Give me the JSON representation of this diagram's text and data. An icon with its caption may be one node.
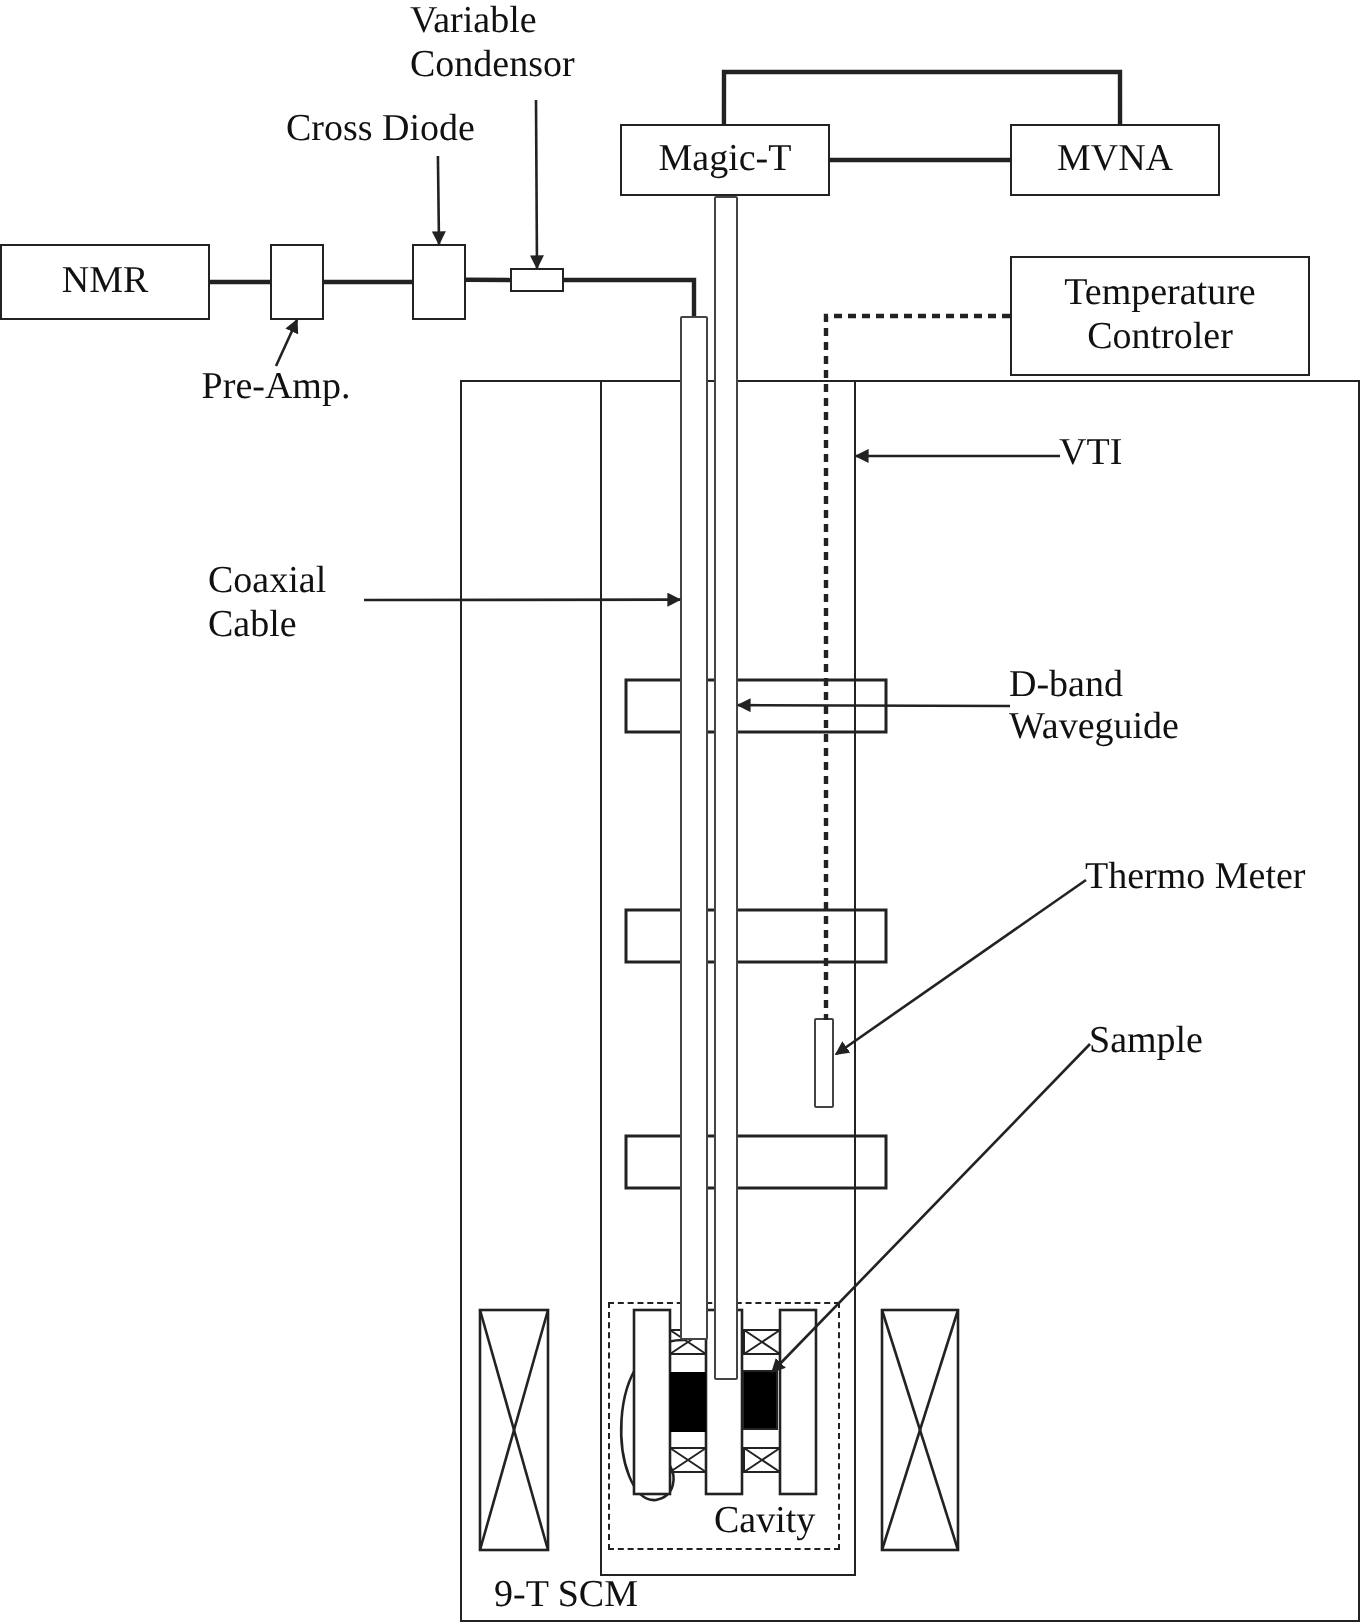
{
  "diagram": {
    "nodes": [
      {
        "text": [
          "NMR"
        ]
      },
      {
        "text": [],
        "shape": "box"
      },
      {
        "text": [],
        "shape": "box"
      },
      {
        "text": [],
        "shape": "box"
      },
      {
        "text": [
          "Magic-T"
        ]
      },
      {
        "text": [
          "MVNA"
        ]
      },
      {
        "text": [
          "Temperature Controler"
        ]
      },
      {
        "text": [
          "Variable Condensor"
        ]
      },
      {
        "text": [
          "Cross Diode"
        ]
      },
      {
        "text": [
          "Pre-Amp."
        ]
      },
      {
        "text": [
          "9-T SCM"
        ]
      },
      {
        "text": [],
        "shape": "box",
        "in": 10
      },
      {
        "text": [],
        "shape": "bar"
      },
      {
        "text": [],
        "shape": "bar"
      },
      {
        "text": [],
        "shape": "bar",
        "in": 11
      },
      {
        "text": [
          "Cavity"
        ],
        "in": 11
      },
      {
        "text": [],
        "shape": "box",
        "in": 15
      },
      {
        "text": [
          "VTI"
        ],
        "in": 10
      },
      {
        "text": [
          "Coaxial Cable"
        ]
      },
      {
        "text": [
          "D-band Waveguide"
        ],
        "in": 10
      },
      {
        "text": [
          "Thermo Meter"
        ],
        "in": 10
      },
      {
        "text": [
          "Sample"
        ],
        "in": 10
      }
    ],
    "edges": [
      {
        "from": 0,
        "to": 1,
        "arrow": "none"
      },
      {
        "from": 1,
        "to": 2,
        "arrow": "none"
      },
      {
        "from": 2,
        "to": 3,
        "arrow": "none"
      },
      {
        "from": 3,
        "to": 12,
        "arrow": "none"
      },
      {
        "from": 4,
        "to": 5,
        "arrow": "none"
      },
      {
        "from": 4,
        "to": 5,
        "arrow": "none"
      },
      {
        "from": 6,
        "to": 14,
        "arrow": "none",
        "style": "dashed"
      },
      {
        "from": 7,
        "to": 3,
        "arrow": "to"
      },
      {
        "from": 8,
        "to": 2,
        "arrow": "to"
      },
      {
        "from": 9,
        "to": 1,
        "arrow": "to"
      },
      {
        "from": 17,
        "to": 11,
        "arrow": "to"
      },
      {
        "from": 18,
        "to": 12,
        "arrow": "to"
      },
      {
        "from": 19,
        "to": 13,
        "arrow": "to"
      },
      {
        "from": 20,
        "to": 14,
        "arrow": "to"
      },
      {
        "from": 21,
        "to": 16,
        "arrow": "to"
      }
    ]
  }
}
